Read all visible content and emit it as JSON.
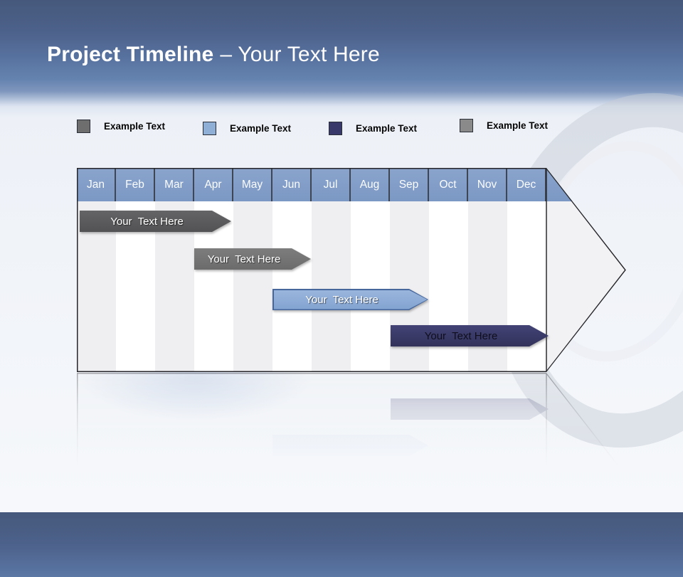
{
  "slide": {
    "title": {
      "bold": "Project Timeline",
      "regular": "– Your Text Here"
    },
    "background_colors": {
      "band_top": "#46597c",
      "band_bottom": "#7e96bd",
      "body": "#f4f6fa"
    }
  },
  "legend": {
    "items": [
      {
        "label": "Example Text",
        "color": "#6e6e6e"
      },
      {
        "label": "Example Text",
        "color": "#8fafd7"
      },
      {
        "label": "Example Text",
        "color": "#38386b"
      },
      {
        "label": "Example Text",
        "color": "#8a8a8a"
      }
    ]
  },
  "timeline": {
    "months": [
      "Jan",
      "Feb",
      "Mar",
      "Apr",
      "May",
      "Jun",
      "Jul",
      "Aug",
      "Sep",
      "Oct",
      "Nov",
      "Dec"
    ],
    "header_color": "#7f9cc7",
    "stripe_colors": [
      "#efeff1",
      "#ffffff"
    ],
    "outline_color": "#26262a",
    "bars": [
      {
        "label": "Your  Text Here",
        "color": "#595959",
        "text_color": "#ffffff",
        "start_month": "Jan",
        "end_month": "Apr"
      },
      {
        "label": "Your  Text Here",
        "color": "#747474",
        "text_color": "#ffffff",
        "start_month": "Apr",
        "end_month": "Jun"
      },
      {
        "label": "Your  Text Here",
        "color": "#8badd8",
        "border_color": "#46679c",
        "text_color": "#ffffff",
        "start_month": "Jun",
        "end_month": "Sep"
      },
      {
        "label": "Your  Text Here",
        "color": "#39396a",
        "text_color": "#0e0e1e",
        "start_month": "Sep",
        "end_month": "Dec"
      }
    ]
  },
  "chart_data": {
    "type": "bar",
    "subtype": "gantt-timeline",
    "title": "Project Timeline – Your Text Here",
    "x_categories": [
      "Jan",
      "Feb",
      "Mar",
      "Apr",
      "May",
      "Jun",
      "Jul",
      "Aug",
      "Sep",
      "Oct",
      "Nov",
      "Dec"
    ],
    "series": [
      {
        "name": "Your  Text Here",
        "start": "Jan",
        "end": "Apr",
        "start_index": 0,
        "end_index": 4,
        "color": "#595959"
      },
      {
        "name": "Your  Text Here",
        "start": "Apr",
        "end": "Jun",
        "start_index": 3,
        "end_index": 6,
        "color": "#747474"
      },
      {
        "name": "Your  Text Here",
        "start": "Jun",
        "end": "Sep",
        "start_index": 5,
        "end_index": 9,
        "color": "#8badd8"
      },
      {
        "name": "Your  Text Here",
        "start": "Sep",
        "end": "Dec",
        "start_index": 8,
        "end_index": 12,
        "color": "#39396a"
      }
    ],
    "legend_entries": [
      "Example Text",
      "Example Text",
      "Example Text",
      "Example Text"
    ],
    "legend_position": "top",
    "grid": "vertical-stripes",
    "shape": "right-arrow"
  }
}
